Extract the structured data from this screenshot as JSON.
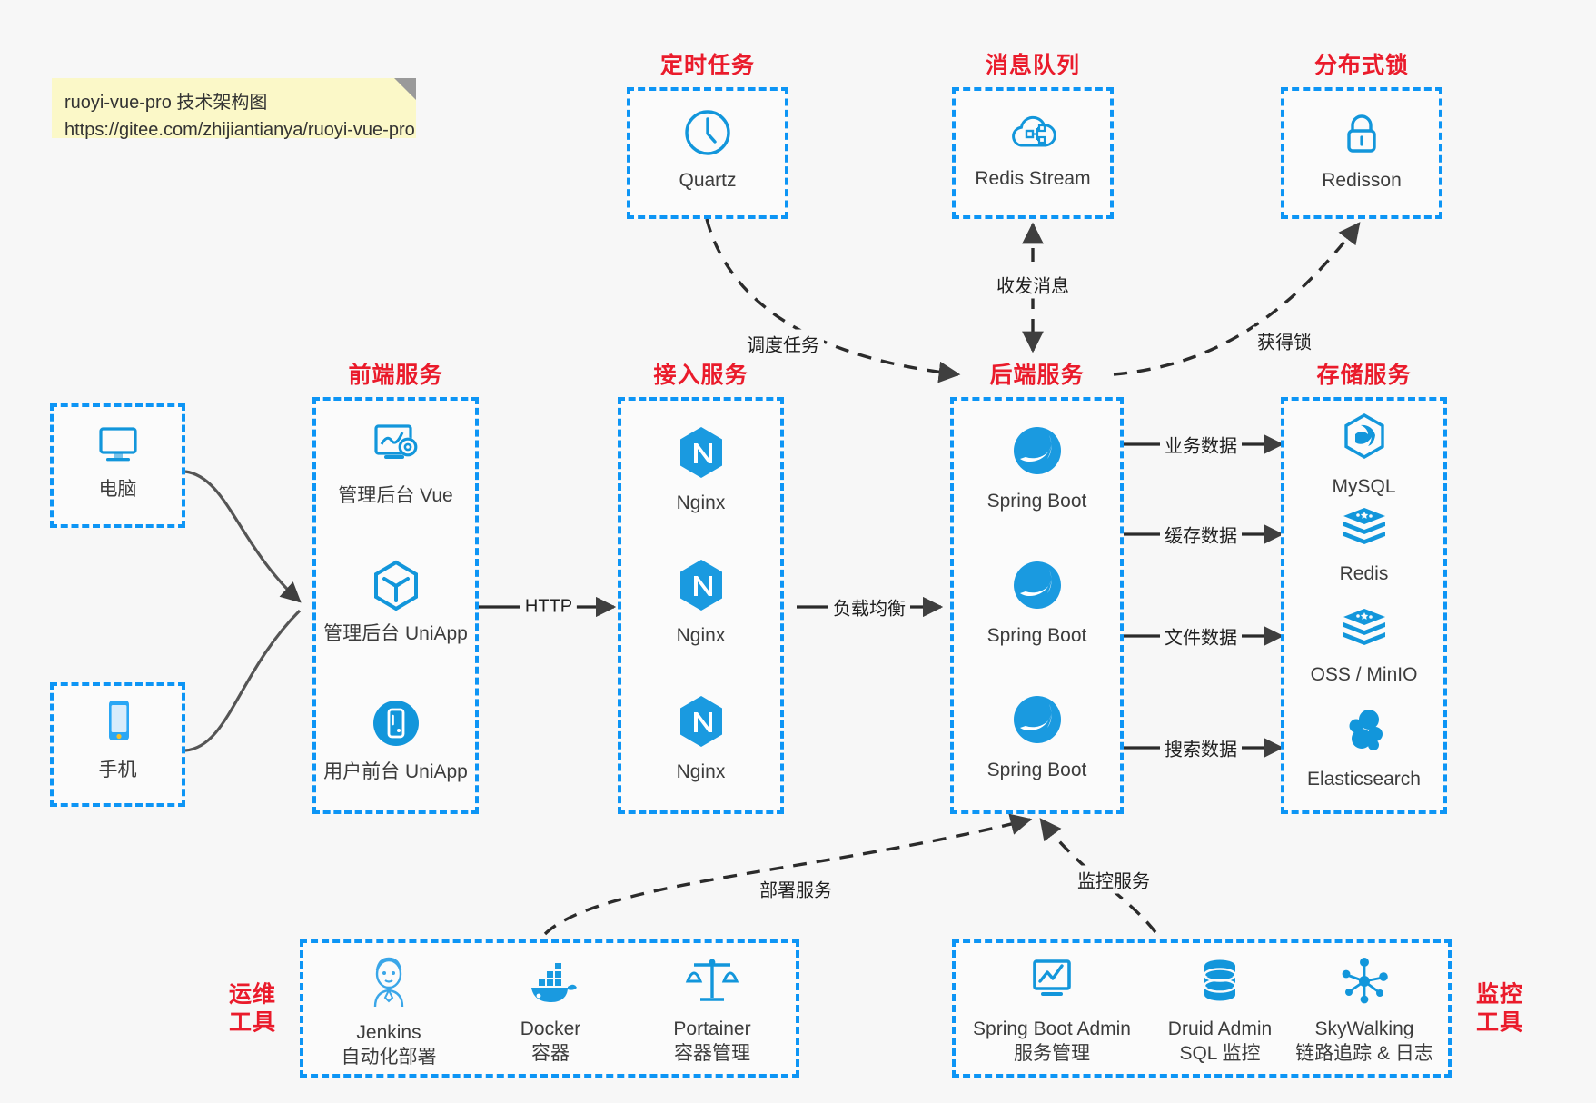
{
  "note": {
    "line1": "ruoyi-vue-pro 技术架构图",
    "line2": "https://gitee.com/zhijiantianya/ruoyi-vue-pro"
  },
  "colors": {
    "accent_blue": "#0d95f5",
    "title_red": "#ea1b2b",
    "icon_blue": "#1296db",
    "edge_gray": "#4a4a4a",
    "background": "#f7f7f7",
    "note_yellow": "#fbf8c8"
  },
  "groups": {
    "scheduler": {
      "title": "定时任务",
      "items": [
        {
          "label": "Quartz",
          "icon": "clock-icon"
        }
      ]
    },
    "mq": {
      "title": "消息队列",
      "items": [
        {
          "label": "Redis Stream",
          "icon": "cloud-stream-icon"
        }
      ]
    },
    "lock": {
      "title": "分布式锁",
      "items": [
        {
          "label": "Redisson",
          "icon": "padlock-icon"
        }
      ]
    },
    "clients": {
      "items": [
        {
          "label": "电脑",
          "icon": "desktop-monitor-icon"
        },
        {
          "label": "手机",
          "icon": "smartphone-icon"
        }
      ]
    },
    "frontend": {
      "title": "前端服务",
      "items": [
        {
          "label": "管理后台 Vue",
          "icon": "dashboard-gear-icon"
        },
        {
          "label": "管理后台 UniApp",
          "icon": "hexagon-cube-icon"
        },
        {
          "label": "用户前台 UniApp",
          "icon": "mobile-circle-icon"
        }
      ]
    },
    "gateway": {
      "title": "接入服务",
      "items": [
        {
          "label": "Nginx",
          "icon": "nginx-icon"
        },
        {
          "label": "Nginx",
          "icon": "nginx-icon"
        },
        {
          "label": "Nginx",
          "icon": "nginx-icon"
        }
      ]
    },
    "backend": {
      "title": "后端服务",
      "items": [
        {
          "label": "Spring Boot",
          "icon": "spring-boot-icon"
        },
        {
          "label": "Spring Boot",
          "icon": "spring-boot-icon"
        },
        {
          "label": "Spring Boot",
          "icon": "spring-boot-icon"
        }
      ]
    },
    "storage": {
      "title": "存储服务",
      "items": [
        {
          "label": "MySQL",
          "icon": "mysql-dolphin-icon"
        },
        {
          "label": "Redis",
          "icon": "redis-stack-icon"
        },
        {
          "label": "OSS / MinIO",
          "icon": "object-storage-icon"
        },
        {
          "label": "Elasticsearch",
          "icon": "elasticsearch-icon"
        }
      ]
    },
    "devops": {
      "title": "运维\n工具",
      "title_line1": "运维",
      "title_line2": "工具",
      "items": [
        {
          "label": "Jenkins",
          "sub": "自动化部署",
          "icon": "jenkins-butler-icon"
        },
        {
          "label": "Docker",
          "sub": "容器",
          "icon": "docker-whale-icon"
        },
        {
          "label": "Portainer",
          "sub": "容器管理",
          "icon": "scales-balance-icon"
        }
      ]
    },
    "monitor": {
      "title_line1": "监控",
      "title_line2": "工具",
      "items": [
        {
          "label": "Spring Boot Admin",
          "sub": "服务管理",
          "icon": "monitor-chart-icon"
        },
        {
          "label": "Druid Admin",
          "sub": "SQL 监控",
          "icon": "database-cylinder-icon"
        },
        {
          "label": "SkyWalking",
          "sub": "链路追踪 & 日志",
          "icon": "skywalking-node-icon"
        }
      ]
    }
  },
  "edges": [
    {
      "id": "http",
      "label": "HTTP",
      "from": "frontend",
      "to": "gateway",
      "style": "solid"
    },
    {
      "id": "lb",
      "label": "负载均衡",
      "from": "gateway",
      "to": "backend",
      "style": "solid"
    },
    {
      "id": "biz-data",
      "label": "业务数据",
      "from": "backend",
      "to": "MySQL",
      "style": "solid"
    },
    {
      "id": "cache-data",
      "label": "缓存数据",
      "from": "backend",
      "to": "Redis",
      "style": "solid"
    },
    {
      "id": "file-data",
      "label": "文件数据",
      "from": "backend",
      "to": "OSS / MinIO",
      "style": "solid"
    },
    {
      "id": "search-data",
      "label": "搜索数据",
      "from": "backend",
      "to": "Elasticsearch",
      "style": "solid"
    },
    {
      "id": "schedule",
      "label": "调度任务",
      "from": "Quartz",
      "to": "backend",
      "style": "dashed"
    },
    {
      "id": "message",
      "label": "收发消息",
      "from": "Redis Stream",
      "to": "backend",
      "style": "dashed-bidirectional"
    },
    {
      "id": "acquire-lock",
      "label": "获得锁",
      "from": "backend",
      "to": "Redisson",
      "style": "dashed"
    },
    {
      "id": "deploy",
      "label": "部署服务",
      "from": "devops",
      "to": "backend",
      "style": "dashed"
    },
    {
      "id": "monitoring",
      "label": "监控服务",
      "from": "monitor",
      "to": "backend",
      "style": "dashed"
    }
  ]
}
